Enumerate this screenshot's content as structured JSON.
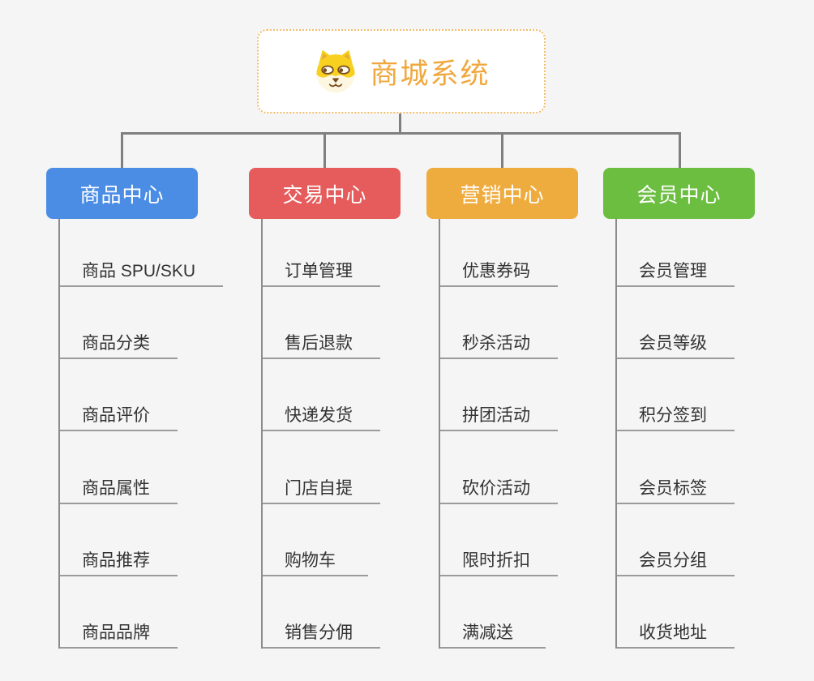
{
  "root": {
    "title": "商城系统",
    "icon": "shiba-dog-icon",
    "title_color": "#F0A83E",
    "border_color": "#F2BD68"
  },
  "colors": {
    "background": "#F5F5F6",
    "connector": "#7F7F7F",
    "item_text": "#333333",
    "item_underline": "#9B9B9B"
  },
  "branches": [
    {
      "label": "商品中心",
      "color": "#4B8DE4",
      "items": [
        "商品 SPU/SKU",
        "商品分类",
        "商品评价",
        "商品属性",
        "商品推荐",
        "商品品牌"
      ]
    },
    {
      "label": "交易中心",
      "color": "#E65B5B",
      "items": [
        "订单管理",
        "售后退款",
        "快递发货",
        "门店自提",
        "购物车",
        "销售分佣"
      ]
    },
    {
      "label": "营销中心",
      "color": "#EFAC3E",
      "items": [
        "优惠券码",
        "秒杀活动",
        "拼团活动",
        "砍价活动",
        "限时折扣",
        "满减送"
      ]
    },
    {
      "label": "会员中心",
      "color": "#6CBE40",
      "items": [
        "会员管理",
        "会员等级",
        "积分签到",
        "会员标签",
        "会员分组",
        "收货地址"
      ]
    }
  ]
}
